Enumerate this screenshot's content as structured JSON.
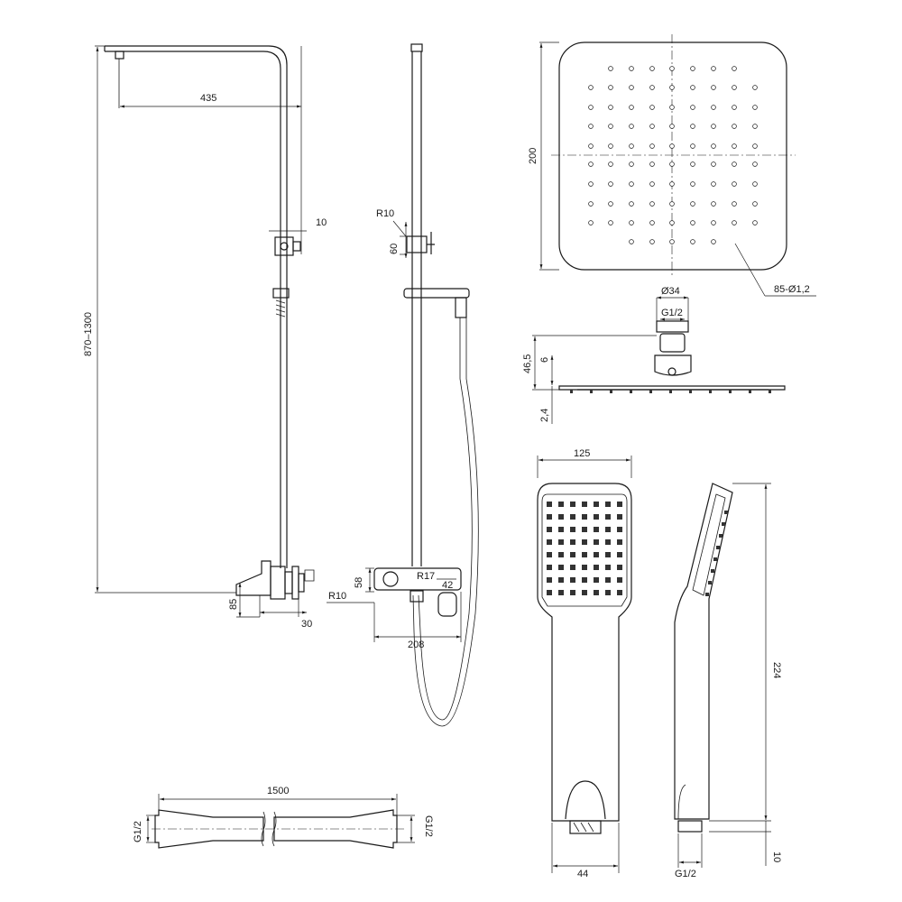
{
  "dimensions": {
    "arm_length": "435",
    "height_range": "870–1300",
    "holder_offset": "10",
    "mixer_height": "85",
    "mixer_depth": "30",
    "front_radius_top": "R10",
    "holder_height": "60",
    "handle_radius": "R17",
    "mixer_projection": "42",
    "mixer_height_front": "58",
    "mixer_radius_bottom": "R10",
    "mixer_width": "208",
    "head_size": "200",
    "nozzles": "85-Ø1,2",
    "connector_diameter": "Ø34",
    "connector_thread": "G1/2",
    "head_total_height": "46,5",
    "head_connector_height": "6",
    "head_plate_thickness": "2,4",
    "hand_width": "125",
    "hand_length": "224",
    "hand_base_width": "44",
    "hand_thread": "G1/2",
    "hand_thread_length": "10",
    "hose_length": "1500",
    "hose_thread_left": "G1/2",
    "hose_thread_right": "G1/2"
  }
}
